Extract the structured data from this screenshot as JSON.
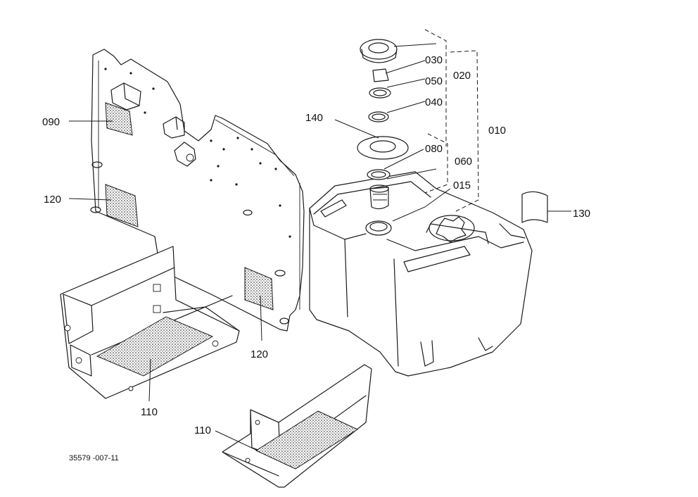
{
  "labels": {
    "l010": "010",
    "l015": "015",
    "l020": "020",
    "l030": "030",
    "l040": "040",
    "l050": "050",
    "l060": "060",
    "l080": "080",
    "l090": "090",
    "l110a": "110",
    "l110b": "110",
    "l120a": "120",
    "l120b": "120",
    "l130": "130",
    "l140": "140"
  },
  "drawing_code": "35579 -007-11",
  "colors": {
    "ink": "#1a1a1a",
    "paper": "#ffffff"
  }
}
